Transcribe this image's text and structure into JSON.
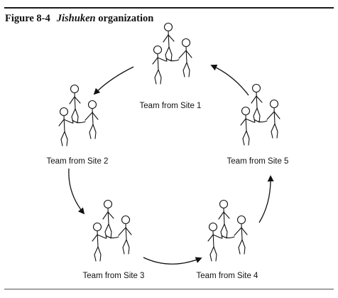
{
  "figure": {
    "number": "Figure 8-4",
    "title_italic": "Jishuken",
    "title_rest": "organization"
  },
  "teams": [
    {
      "label": "Team from Site 1"
    },
    {
      "label": "Team from Site 2"
    },
    {
      "label": "Team from Site 3"
    },
    {
      "label": "Team from Site 4"
    },
    {
      "label": "Team from Site 5"
    }
  ],
  "flow": {
    "direction": "counter-clockwise",
    "order": [
      "Team from Site 1",
      "Team from Site 2",
      "Team from Site 3",
      "Team from Site 4",
      "Team from Site 5",
      "Team from Site 1"
    ]
  }
}
